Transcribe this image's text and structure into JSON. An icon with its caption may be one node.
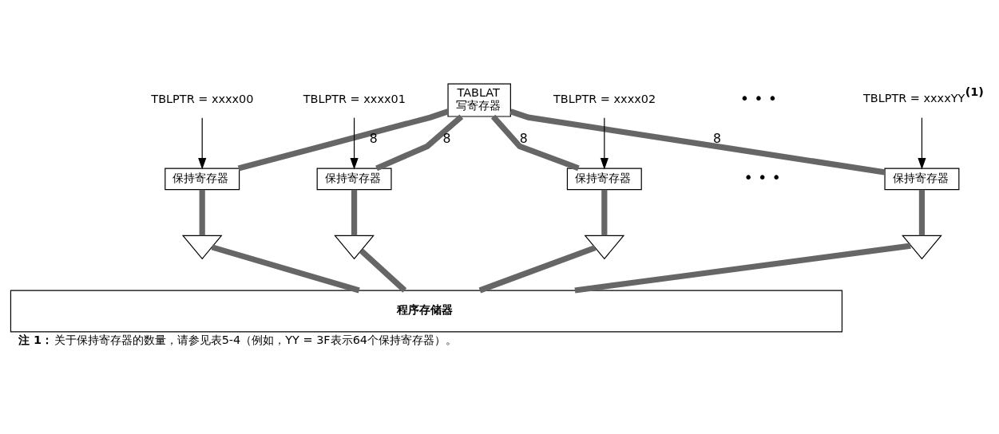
{
  "diagram": {
    "caption": "**注 1：** 关于保持寄存器的数量，请参见表5-4（例如，YY = 3F表示64个保持寄存器）。",
    "nodes": [
      {
        "text": [
          "TABLAT",
          "写寄存器"
        ]
      },
      {
        "text": [
          "TBLPTR = xxxx00"
        ]
      },
      {
        "text": [
          "保持寄存器"
        ]
      },
      {
        "text": [
          "TBLPTR = xxxx01"
        ]
      },
      {
        "text": [
          "保持寄存器"
        ]
      },
      {
        "text": [
          "TBLPTR = xxxx02"
        ]
      },
      {
        "text": [
          "保持寄存器"
        ]
      },
      {
        "text": [
          "TBLPTR = xxxxYY$^{(1)}$"
        ]
      },
      {
        "text": [
          "保持寄存器"
        ]
      },
      {
        "text": [],
        "shape": "triangle"
      },
      {
        "text": [],
        "shape": "triangle"
      },
      {
        "text": [],
        "shape": "triangle"
      },
      {
        "text": [],
        "shape": "triangle"
      },
      {
        "text": [
          "**程序存储器**"
        ]
      }
    ],
    "edges": [
      {
        "from": 0,
        "to": 2,
        "arrow": "none",
        "label": "8"
      },
      {
        "from": 0,
        "to": 4,
        "arrow": "none",
        "label": "8"
      },
      {
        "from": 0,
        "to": 6,
        "arrow": "none",
        "label": "8"
      },
      {
        "from": 0,
        "to": 8,
        "arrow": "none",
        "label": "8"
      },
      {
        "from": 1,
        "to": 2,
        "arrow": "to",
        "color": "#000000"
      },
      {
        "from": 3,
        "to": 4,
        "arrow": "to",
        "color": "#000000"
      },
      {
        "from": 5,
        "to": 6,
        "arrow": "to",
        "color": "#000000"
      },
      {
        "from": 7,
        "to": 8,
        "arrow": "to",
        "color": "#000000"
      },
      {
        "from": 2,
        "to": 9,
        "arrow": "none"
      },
      {
        "from": 4,
        "to": 10,
        "arrow": "none"
      },
      {
        "from": 6,
        "to": 11,
        "arrow": "none"
      },
      {
        "from": 8,
        "to": 12,
        "arrow": "none"
      },
      {
        "from": 9,
        "to": 13,
        "arrow": "none"
      },
      {
        "from": 10,
        "to": 13,
        "arrow": "none"
      },
      {
        "from": 11,
        "to": 13,
        "arrow": "none"
      },
      {
        "from": 12,
        "to": 13,
        "arrow": "none"
      }
    ],
    "labels": [
      "• • •",
      "• • •"
    ]
  }
}
